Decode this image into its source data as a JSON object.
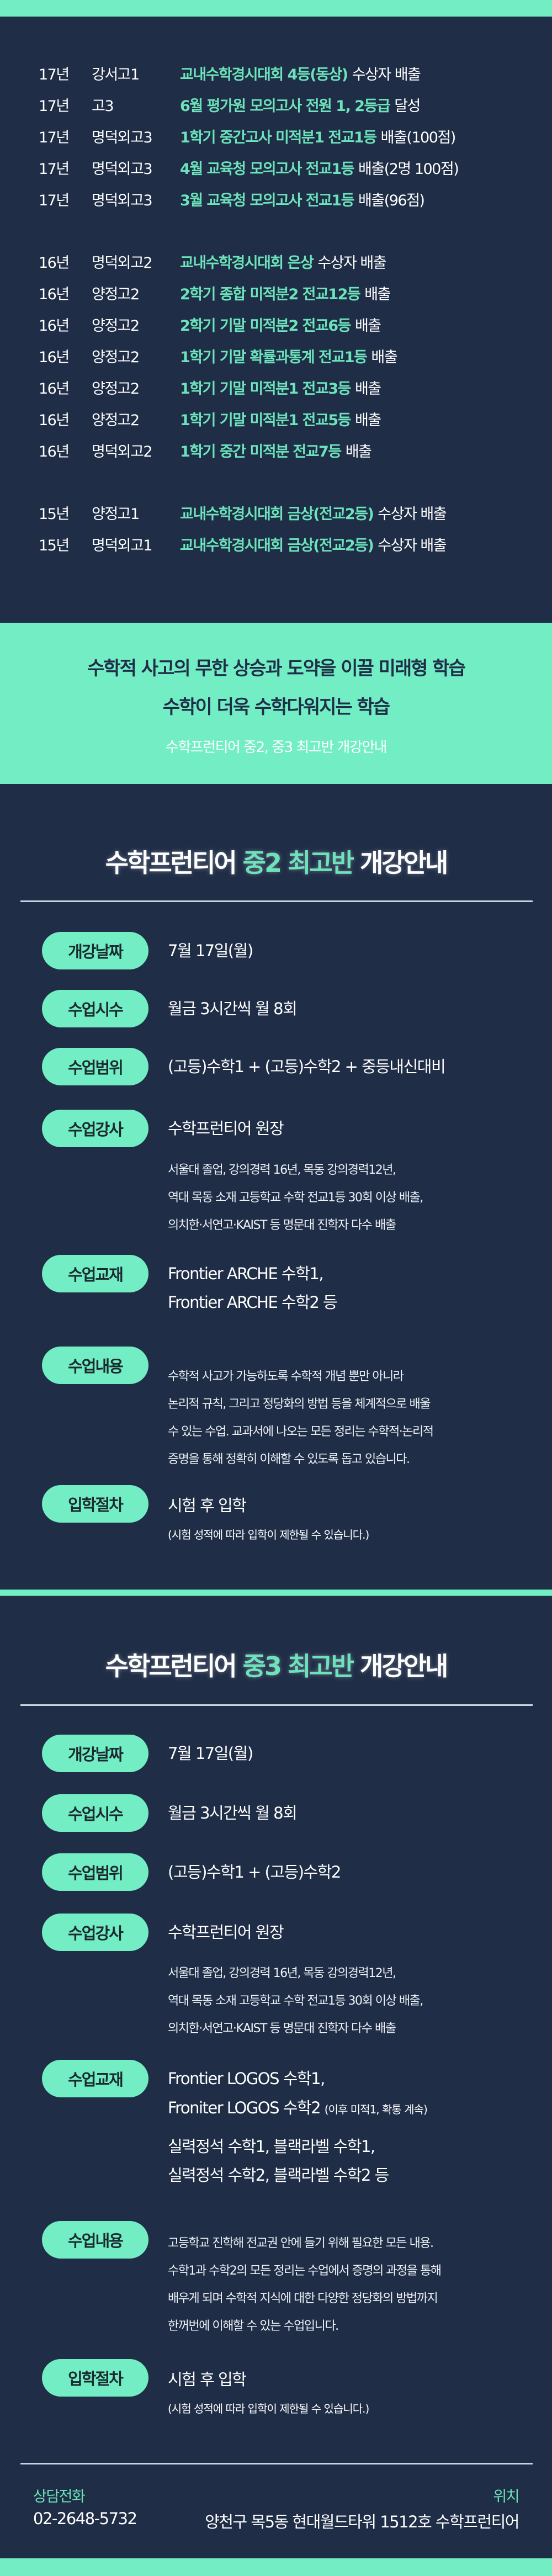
{
  "colors": {
    "background": "#1F2D47",
    "mint": "#72EDC4",
    "teal_text": "#6CE3BA",
    "white": "#FFFFFF"
  },
  "records": {
    "groups": [
      {
        "rows": [
          {
            "year": "17년",
            "school": "강서고1",
            "highlight": "교내수학경시대회 4등(동상)",
            "rest": "수상자 배출"
          },
          {
            "year": "17년",
            "school": "고3",
            "highlight": "6월 평가원 모의고사 전원 1, 2등급",
            "rest": "달성"
          },
          {
            "year": "17년",
            "school": "명덕외고3",
            "highlight": "1학기 중간고사 미적분1 전교1등",
            "rest": "배출(100점)"
          },
          {
            "year": "17년",
            "school": "명덕외고3",
            "highlight": "4월 교육청 모의고사 전교1등",
            "rest": "배출(2명 100점)"
          },
          {
            "year": "17년",
            "school": "명덕외고3",
            "highlight": "3월 교육청 모의고사 전교1등",
            "rest": "배출(96점)"
          }
        ]
      },
      {
        "rows": [
          {
            "year": "16년",
            "school": "명덕외고2",
            "highlight": "교내수학경시대회 은상",
            "rest": "수상자 배출"
          },
          {
            "year": "16년",
            "school": "양정고2",
            "highlight": "2학기 종합 미적분2 전교12등",
            "rest": "배출"
          },
          {
            "year": "16년",
            "school": "양정고2",
            "highlight": "2학기 기말 미적분2 전교6등",
            "rest": "배출"
          },
          {
            "year": "16년",
            "school": "양정고2",
            "highlight": "1학기 기말 확률과통계 전교1등",
            "rest": "배출"
          },
          {
            "year": "16년",
            "school": "양정고2",
            "highlight": "1학기 기말 미적분1 전교3등",
            "rest": "배출"
          },
          {
            "year": "16년",
            "school": "양정고2",
            "highlight": "1학기 기말 미적분1 전교5등",
            "rest": "배출"
          },
          {
            "year": "16년",
            "school": "명덕외고2",
            "highlight": "1학기 중간 미적분 전교7등",
            "rest": "배출"
          }
        ]
      },
      {
        "rows": [
          {
            "year": "15년",
            "school": "양정고1",
            "highlight": "교내수학경시대회 금상(전교2등)",
            "rest": "수상자 배출"
          },
          {
            "year": "15년",
            "school": "명덕외고1",
            "highlight": "교내수학경시대회 금상(전교2등)",
            "rest": "수상자 배출"
          }
        ]
      }
    ]
  },
  "slogan": {
    "line1": "수학적 사고의 무한 상승과 도약을 이끌 미래형 학습",
    "line2": "수학이 더욱 수학다워지는 학습",
    "sub": "수학프런티어 중2, 중3 최고반 개강안내"
  },
  "sections": [
    {
      "title_prefix": "수학프런티어",
      "title_accent": "중2 최고반",
      "title_suffix": "개강안내",
      "items": {
        "date": {
          "label": "개강날짜",
          "value": "7월 17일(월)"
        },
        "hours": {
          "label": "수업시수",
          "value": "월금 3시간씩 월 8회"
        },
        "scope": {
          "label": "수업범위",
          "value": "(고등)수학1 + (고등)수학2 + 중등내신대비"
        },
        "teacher": {
          "label": "수업강사",
          "value": "수학프런티어 원장",
          "details": [
            "서울대 졸업, 강의경력 16년, 목동 강의경력12년,",
            "역대 목동 소재 고등학교 수학 전교1등 30회 이상 배출,",
            "의치한·서연고·KAIST 등 명문대 진학자 다수 배출"
          ]
        },
        "books": {
          "label": "수업교재",
          "lines": [
            "Frontier ARCHE 수학1,",
            "Frontier ARCHE 수학2 등"
          ]
        },
        "content": {
          "label": "수업내용",
          "lines": [
            "수학적 사고가 가능하도록 수학적 개념 뿐만 아니라",
            "논리적 규칙, 그리고 정당화의 방법 등을 체계적으로 배울",
            "수 있는 수업. 교과서에 나오는 모든 정리는 수학적·논리적",
            "증명을 통해 정확히 이해할 수 있도록 돕고 있습니다."
          ]
        },
        "admission": {
          "label": "입학절차",
          "value": "시험 후 입학",
          "note": "(시험 성적에 따라 입학이 제한될 수 있습니다.)"
        }
      }
    },
    {
      "title_prefix": "수학프런티어",
      "title_accent": "중3 최고반",
      "title_suffix": "개강안내",
      "items": {
        "date": {
          "label": "개강날짜",
          "value": "7월 17일(월)"
        },
        "hours": {
          "label": "수업시수",
          "value": "월금 3시간씩 월 8회"
        },
        "scope": {
          "label": "수업범위",
          "value": "(고등)수학1 + (고등)수학2"
        },
        "teacher": {
          "label": "수업강사",
          "value": "수학프런티어 원장",
          "details": [
            "서울대 졸업, 강의경력 16년, 목동 강의경력12년,",
            "역대 목동 소재 고등학교 수학 전교1등 30회 이상 배출,",
            "의치한·서연고·KAIST 등 명문대 진학자 다수 배출"
          ]
        },
        "books": {
          "label": "수업교재",
          "line1": "Frontier LOGOS 수학1,",
          "line2": "Froniter LOGOS 수학2",
          "line2_note": "(이후 미적1, 확통 계속)",
          "line3": "실력정석 수학1, 블랙라벨 수학1,",
          "line4": "실력정석 수학2, 블랙라벨 수학2 등"
        },
        "content": {
          "label": "수업내용",
          "lines": [
            "고등학교 진학해 전교권 안에 들기 위해 필요한 모든 내용.",
            "수학1과 수학2의 모든 정리는 수업에서 증명의 과정을 통해",
            "배우게 되며 수학적 지식에 대한 다양한 정당화의 방법까지",
            "한꺼번에 이해할 수 있는 수업입니다."
          ]
        },
        "admission": {
          "label": "입학절차",
          "value": "시험 후 입학",
          "note": "(시험 성적에 따라 입학이 제한될 수 있습니다.)"
        }
      }
    }
  ],
  "footer": {
    "phone_label": "상담전화",
    "phone": "02-2648-5732",
    "location_label": "위치",
    "address": "양천구 목5동 현대월드타워 1512호 수학프런티어"
  }
}
